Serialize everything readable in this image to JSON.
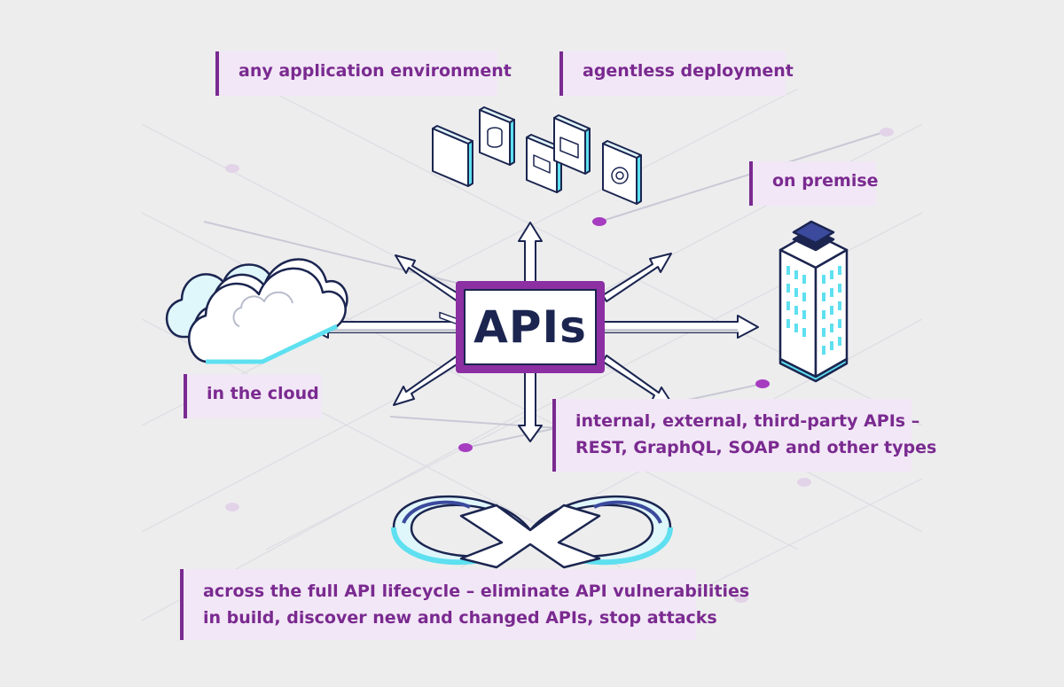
{
  "center": {
    "label": "APIs"
  },
  "labels": {
    "any_application": "any application environment",
    "agentless": "agentless deployment",
    "on_premise": "on premise",
    "cloud": "in the cloud",
    "api_types": [
      "internal, external, third-party APIs –",
      "REST, GraphQL, SOAP and other types"
    ],
    "lifecycle": [
      "across the full API lifecycle – eliminate API vulnerabilities",
      "in build, discover new and changed APIs, stop attacks"
    ]
  },
  "colors": {
    "accent": "#7a2a90",
    "label_bg": "#f2e7f6",
    "navy": "#1b2550",
    "cyan": "#5ee0f0",
    "background": "#ededee"
  },
  "icons": [
    "cloud-icon",
    "building-icon",
    "application-cards-icon",
    "infinity-lifecycle-icon"
  ]
}
